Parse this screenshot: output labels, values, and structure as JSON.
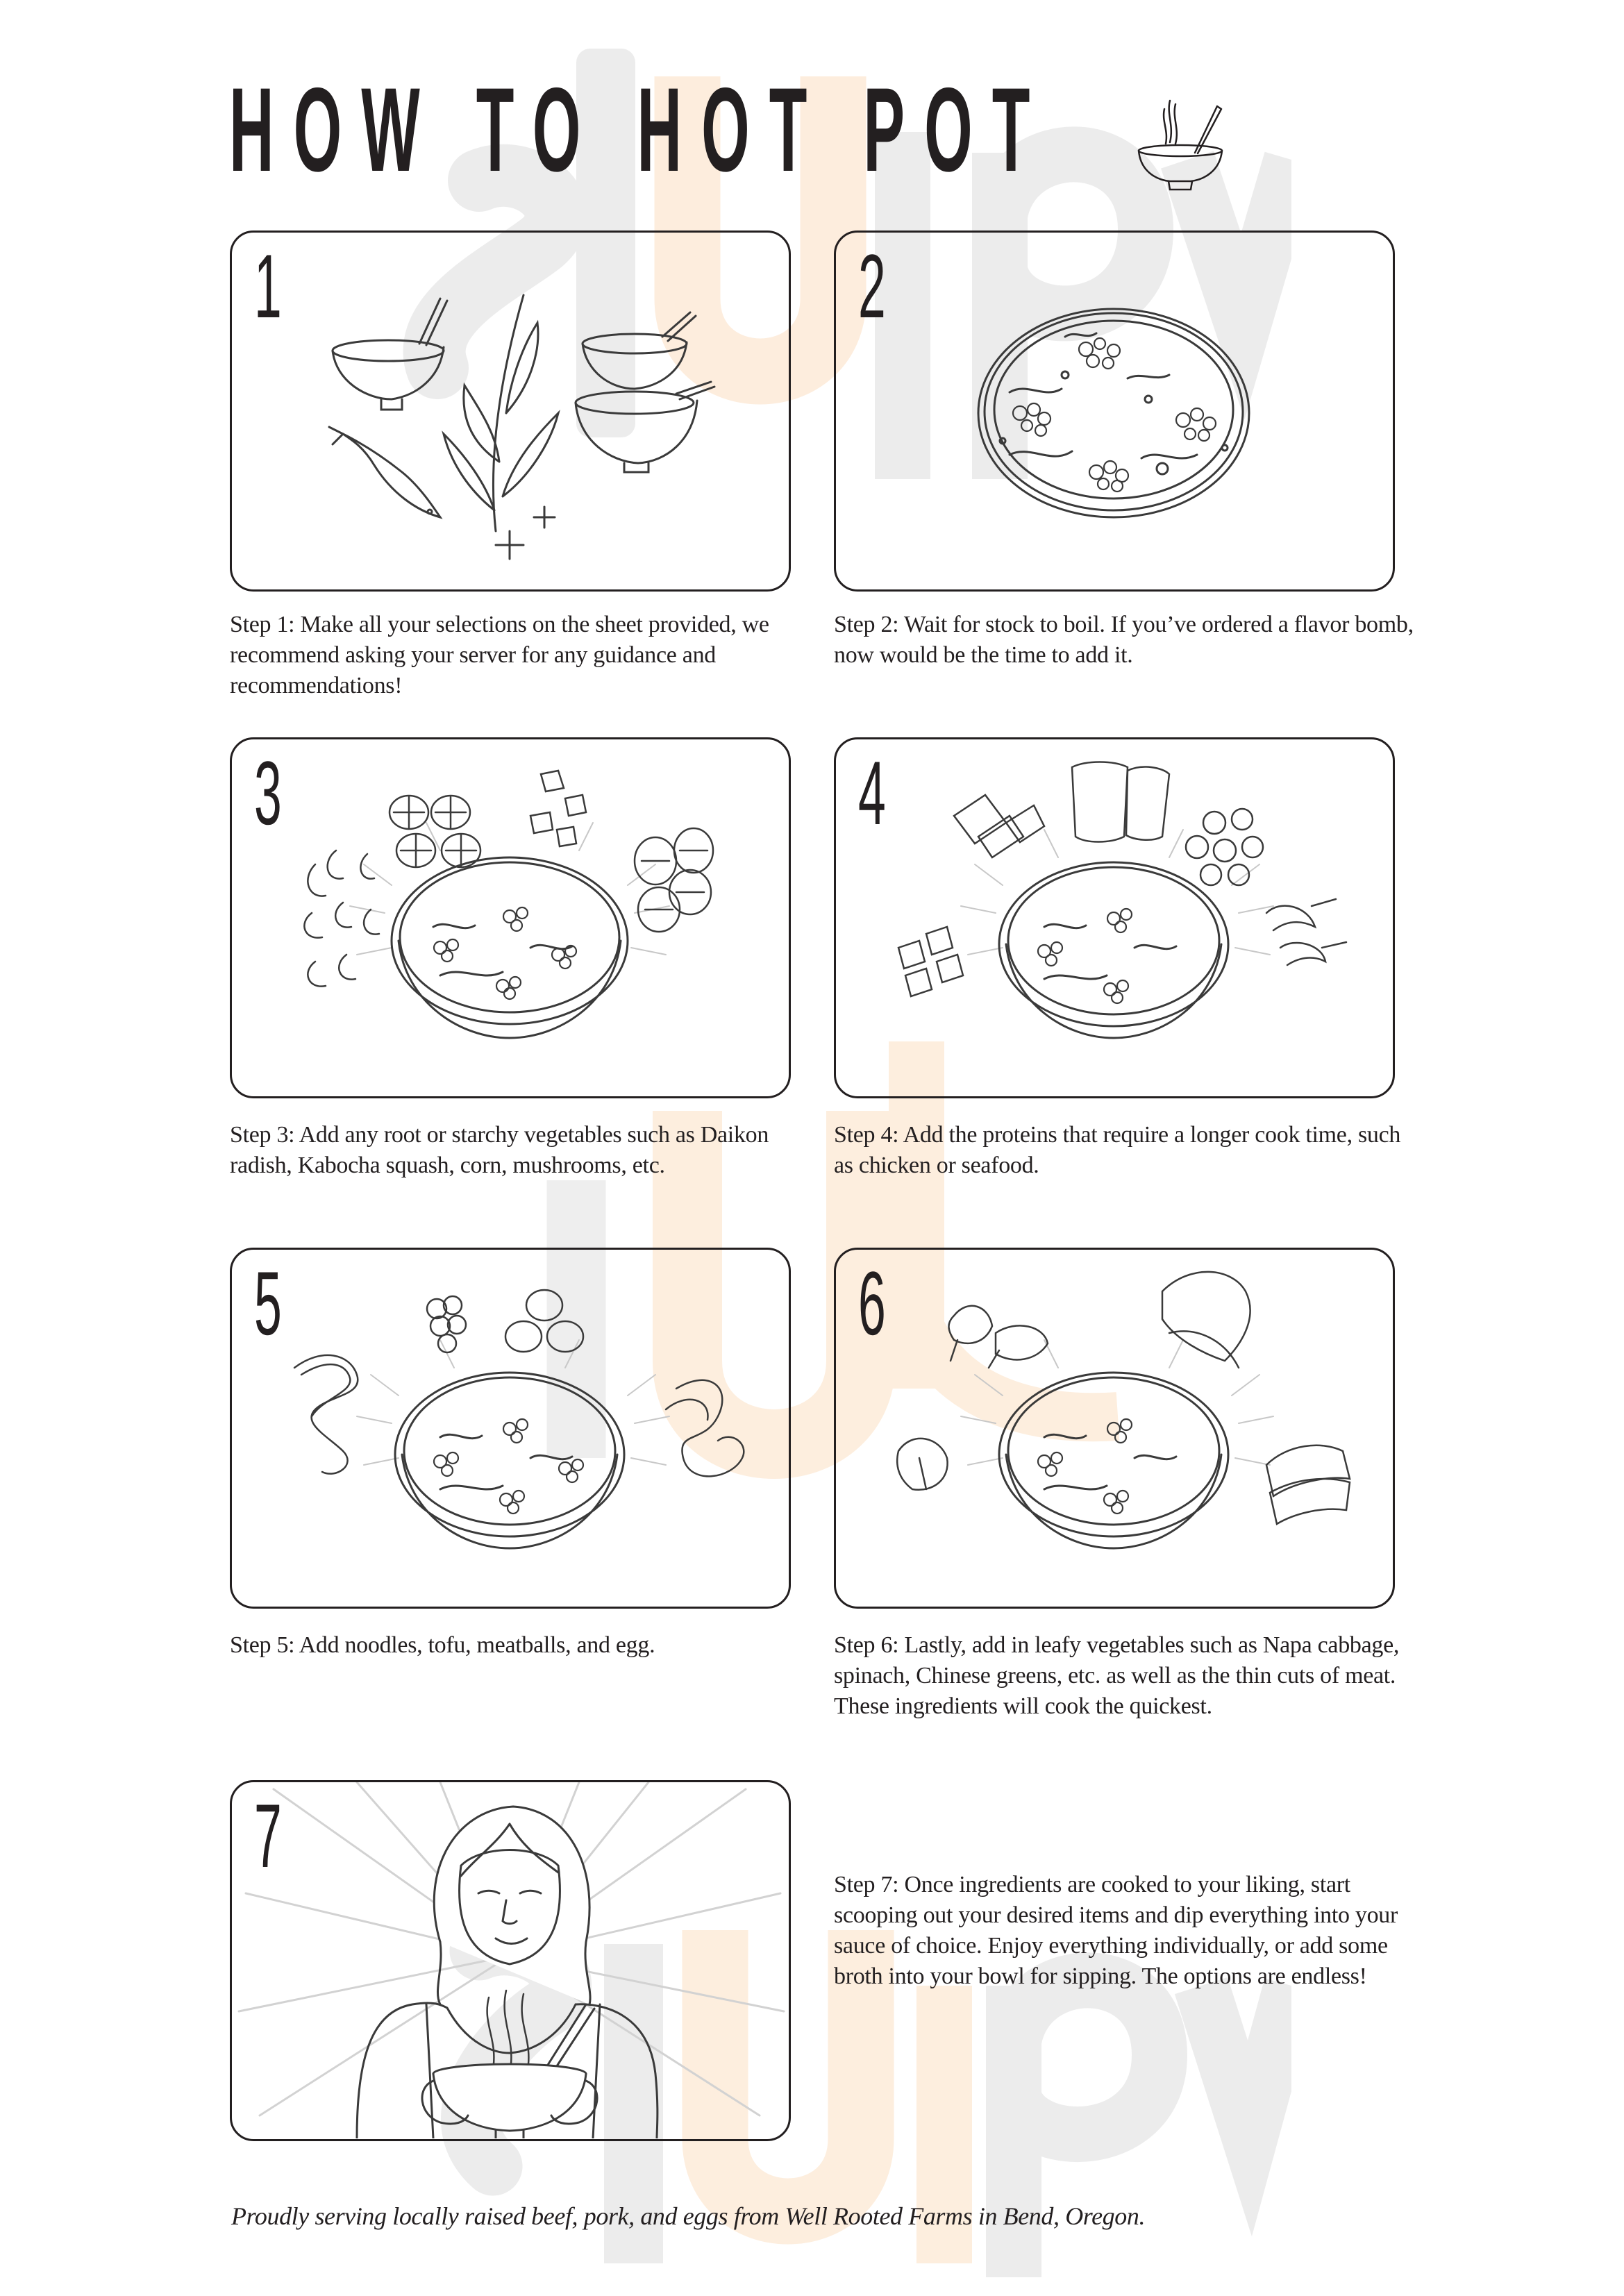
{
  "page": {
    "title": "HOW TO HOT POT",
    "title_icon": "hot-pot-bowl-with-chopsticks-icon",
    "watermark": {
      "text": "slurpy",
      "colors": {
        "grey": "#ebebeb",
        "orange": "#fdeee0"
      }
    },
    "colors": {
      "ink": "#231f20",
      "background": "#ffffff",
      "panel_border": "#231f20"
    }
  },
  "steps": [
    {
      "number": "1",
      "illustration": "bowls-chopsticks-fish-herbs",
      "caption": "Step 1: Make all your selections on the sheet provided, we recommend asking your server for any guidance and recommendations!"
    },
    {
      "number": "2",
      "illustration": "boiling-hot-pot-broth",
      "caption": "Step 2: Wait for stock to boil. If you’ve ordered a flavor bomb, now would be the time to add it."
    },
    {
      "number": "3",
      "illustration": "root-vegetables-around-pot",
      "caption": "Step 3: Add any root or starchy vegetables such as Daikon radish, Kabocha squash, corn, mushrooms, etc."
    },
    {
      "number": "4",
      "illustration": "proteins-seafood-around-pot",
      "caption": "Step 4: Add the proteins that require a longer cook time, such as chicken or seafood."
    },
    {
      "number": "5",
      "illustration": "noodles-tofu-meatballs-eggs-around-pot",
      "caption": "Step 5: Add noodles, tofu, meatballs, and egg."
    },
    {
      "number": "6",
      "illustration": "leafy-greens-thin-meat-around-pot",
      "caption": "Step 6: Lastly, add in leafy vegetables such as Napa cabbage, spinach, Chinese greens, etc. as well as the thin cuts of meat. These ingredients will cook the quickest."
    },
    {
      "number": "7",
      "illustration": "woman-holding-steaming-bowl",
      "caption": "Step 7: Once ingredients are cooked to your liking, start scooping out your desired items and dip everything into your sauce of choice. Enjoy everything individually, or add some broth into your bowl for sipping. The options are endless!"
    }
  ],
  "footer": {
    "text": "Proudly serving locally raised beef, pork, and eggs from Well Rooted Farms in Bend, Oregon."
  }
}
